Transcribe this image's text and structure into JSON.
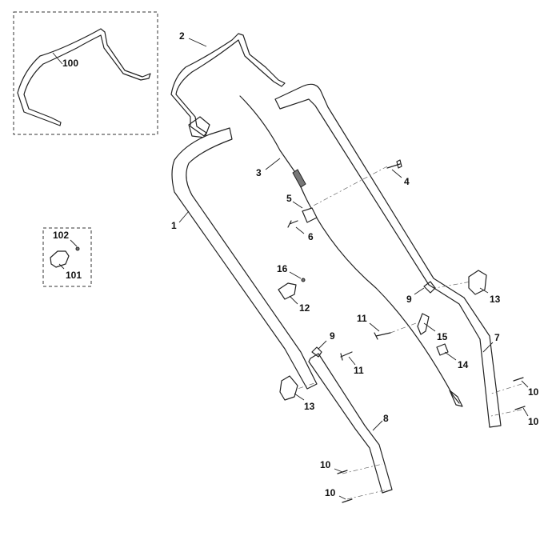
{
  "diagram": {
    "callouts": {
      "c1": "1",
      "c2": "2",
      "c3": "3",
      "c4": "4",
      "c5": "5",
      "c6": "6",
      "c7": "7",
      "c8": "8",
      "c9a": "9",
      "c9b": "9",
      "c10a": "10",
      "c10b": "10",
      "c10c": "10",
      "c10d": "10",
      "c11a": "11",
      "c11b": "11",
      "c12": "12",
      "c13a": "13",
      "c13b": "13",
      "c14": "14",
      "c15": "15",
      "c16": "16",
      "c100": "100",
      "c101": "101",
      "c102": "102"
    }
  }
}
